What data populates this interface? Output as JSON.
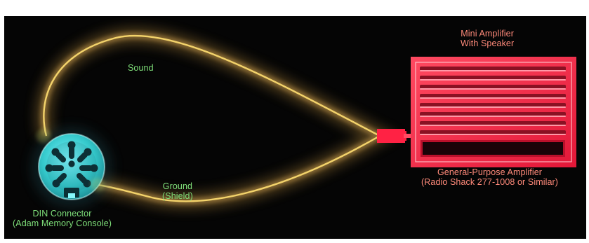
{
  "diagram": {
    "sound_label": "Sound",
    "ground_label": {
      "line1": "Ground",
      "line2": "(Shield)"
    },
    "din_connector": {
      "line1": "DIN Connector",
      "line2": "(Adam Memory Console)"
    },
    "amplifier_title": {
      "line1": "Mini Amplifier",
      "line2": "With Speaker"
    },
    "amplifier_caption": {
      "line1": "General-Purpose Amplifier",
      "line2": "(Radio Shack 277-1008 or Similar)"
    }
  },
  "colors": {
    "background": "#050505",
    "wire": "#f3d36b",
    "wire_glow": "#8b6b2f",
    "connector": "#3ad6d7",
    "amplifier": "#ff2244",
    "label_green": "#7fe07a",
    "label_salmon": "#ff8a7a"
  },
  "icons": {
    "din_connector": "din-connector-icon",
    "amplifier": "amplifier-speaker-icon",
    "cable": "shielded-cable-loop"
  }
}
